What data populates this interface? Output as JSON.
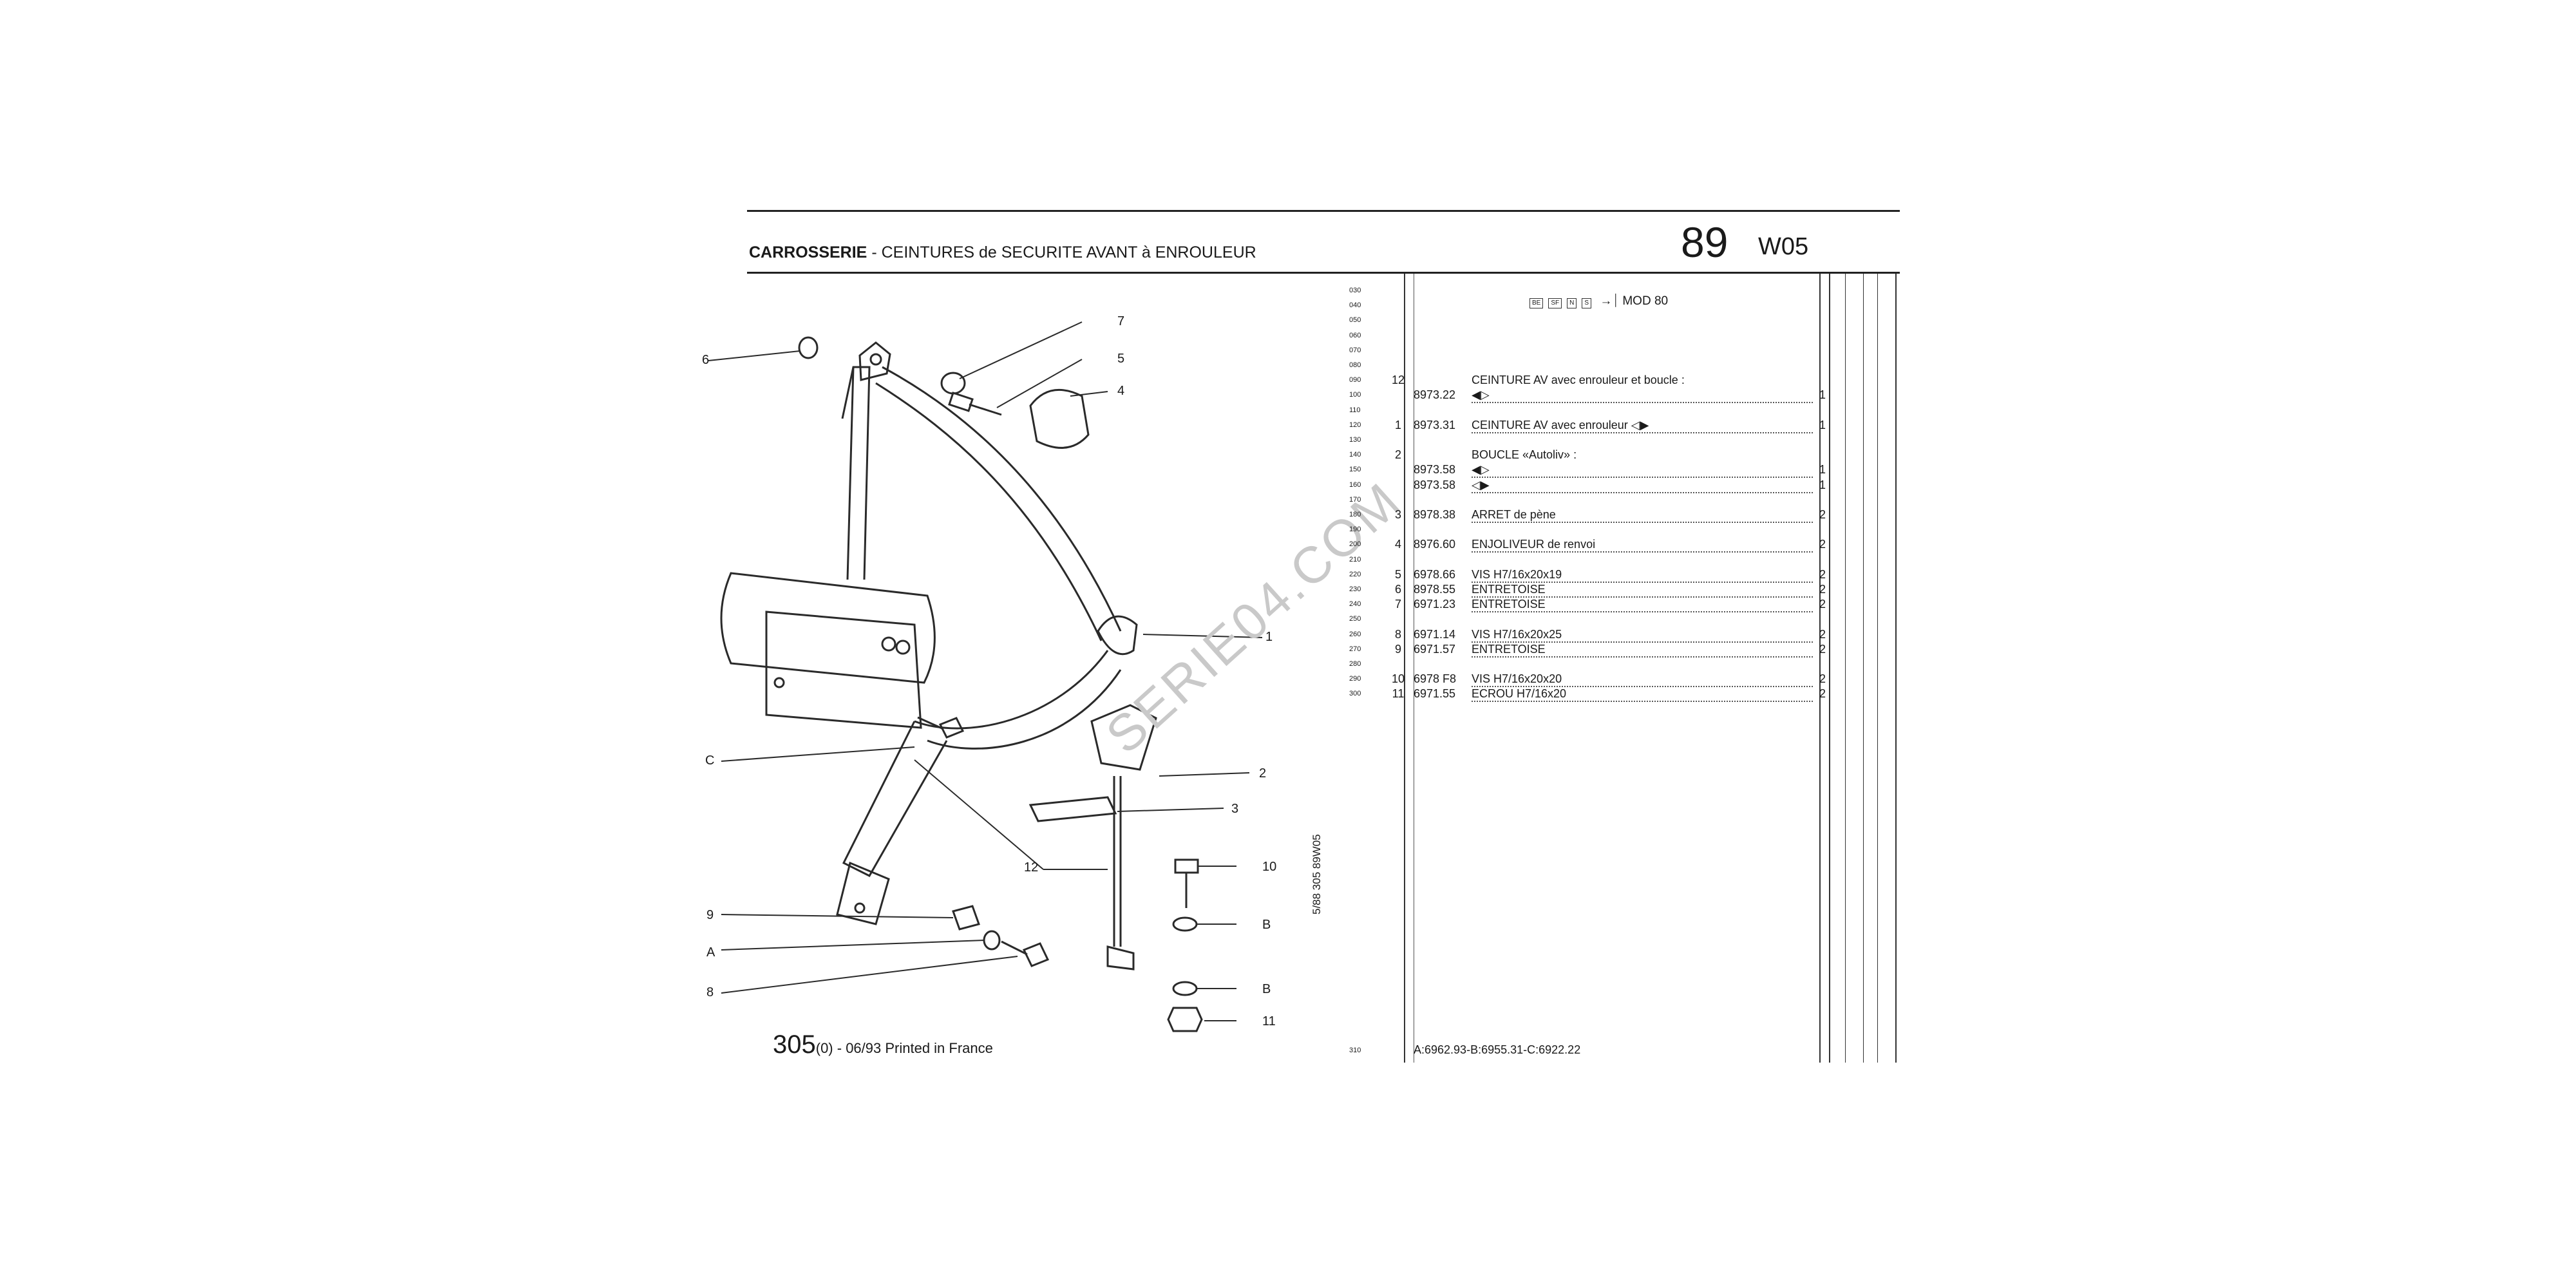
{
  "header": {
    "title_bold": "CARROSSERIE",
    "title_rest": " - CEINTURES de SECURITE AVANT à ENROULEUR",
    "page_number": "89",
    "section": "W05"
  },
  "model_filter": {
    "codes": [
      "BE",
      "SF",
      "N",
      "S"
    ],
    "label": "MOD 80"
  },
  "callouts": [
    "6",
    "7",
    "5",
    "4",
    "1",
    "C",
    "2",
    "3",
    "10",
    "B",
    "12",
    "9",
    "A",
    "B",
    "8",
    "11"
  ],
  "line_numbers": [
    "030",
    "040",
    "050",
    "060",
    "070",
    "080",
    "090",
    "100",
    "110",
    "120",
    "130",
    "140",
    "150",
    "160",
    "170",
    "180",
    "190",
    "200",
    "210",
    "220",
    "230",
    "240",
    "250",
    "260",
    "270",
    "280",
    "290",
    "300"
  ],
  "parts": [
    {
      "line": "090",
      "item": "12",
      "ref": "",
      "desc": "CEINTURE  AV  avec enrouleur et boucle :",
      "qty": ""
    },
    {
      "line": "100",
      "item": "",
      "ref": "8973.22",
      "desc": "◀▷",
      "qty": "1"
    },
    {
      "line": "120",
      "item": "1",
      "ref": "8973.31",
      "desc": "CEINTURE  AV  avec enrouleur ◁▶",
      "qty": "1"
    },
    {
      "line": "140",
      "item": "2",
      "ref": "",
      "desc": "BOUCLE «Autoliv» :",
      "qty": ""
    },
    {
      "line": "150",
      "item": "",
      "ref": "8973.58",
      "desc": "◀▷",
      "qty": "1"
    },
    {
      "line": "160",
      "item": "",
      "ref": "8973.58",
      "desc": "◁▶",
      "qty": "1"
    },
    {
      "line": "180",
      "item": "3",
      "ref": "8978.38",
      "desc": "ARRET de pène",
      "qty": "2"
    },
    {
      "line": "200",
      "item": "4",
      "ref": "8976.60",
      "desc": "ENJOLIVEUR de renvoi",
      "qty": "2"
    },
    {
      "line": "220",
      "item": "5",
      "ref": "6978.66",
      "desc": "VIS H7/16x20x19",
      "qty": "2"
    },
    {
      "line": "230",
      "item": "6",
      "ref": "8978.55",
      "desc": "ENTRETOISE",
      "qty": "2"
    },
    {
      "line": "240",
      "item": "7",
      "ref": "6971.23",
      "desc": "ENTRETOISE",
      "qty": "2"
    },
    {
      "line": "260",
      "item": "8",
      "ref": "6971.14",
      "desc": "VIS H7/16x20x25",
      "qty": "2"
    },
    {
      "line": "270",
      "item": "9",
      "ref": "6971.57",
      "desc": "ENTRETOISE",
      "qty": "2"
    },
    {
      "line": "290",
      "item": "10",
      "ref": "6978 F8",
      "desc": "VIS H7/16x20x20",
      "qty": "2"
    },
    {
      "line": "300",
      "item": "11",
      "ref": "6971.55",
      "desc": "ECROU H7/16x20",
      "qty": "2"
    }
  ],
  "bottom_line": {
    "line": "310",
    "text": "A:6962.93-B:6955.31-C:6922.22"
  },
  "footer": {
    "model": "305",
    "suffix": "(0) - 06/93 Printed in France"
  },
  "side_code": "5/88 305 89W05",
  "watermark": "SERIE04.COM"
}
